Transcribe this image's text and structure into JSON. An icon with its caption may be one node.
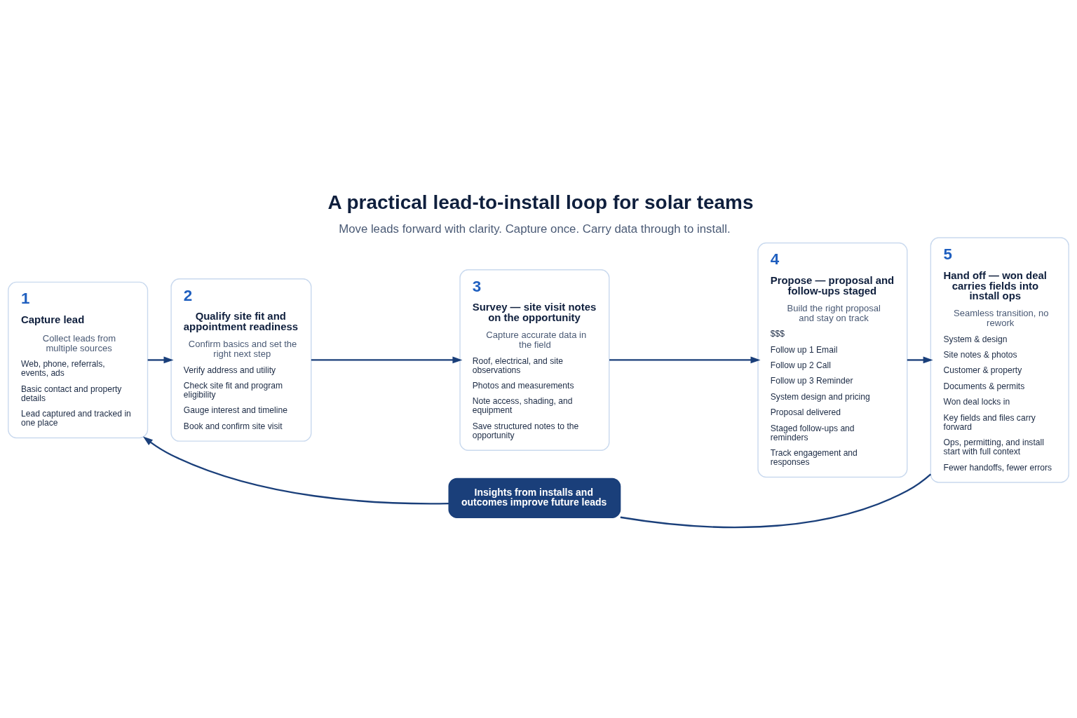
{
  "diagram": {
    "title": "A practical lead-to-install loop for solar teams",
    "nodes": [
      {
        "text": [
          "1",
          "Capture lead",
          "Collect leads from multiple sources",
          "Web, phone, referrals, events, ads",
          "Basic contact and property details",
          "Lead captured and tracked in one place"
        ]
      },
      {
        "text": [
          "2",
          "Qualify site fit and appointment readiness",
          "Confirm basics and set the right next step",
          "Verify address and utility",
          "Check site fit and program eligibility",
          "Gauge interest and timeline",
          "Book and confirm site visit"
        ]
      },
      {
        "text": [
          "3",
          "Survey — site visit notes on the opportunity",
          "Capture accurate data in the field",
          "Roof, electrical, and site observations",
          "Photos and measurements",
          "Note access, shading, and equipment",
          "Save structured notes to the opportunity"
        ]
      },
      {
        "text": [
          "4",
          "Propose — proposal and follow-ups staged",
          "Build the right proposal and stay on track",
          "$$$",
          "Follow up 1 Email",
          "Follow up 2 Call",
          "Follow up 3 Reminder",
          "System design and pricing",
          "Proposal delivered",
          "Staged follow-ups and reminders",
          "Track engagement and responses"
        ]
      },
      {
        "text": [
          "5",
          "Hand off — won deal carries fields into install ops",
          "Seamless transition, no rework",
          "System & design",
          "Site notes & photos",
          "Customer & property",
          "Documents & permits",
          "Won deal locks in",
          "Key fields and files carry forward",
          "Ops, permitting, and install start with full context",
          "Fewer handoffs, fewer errors"
        ]
      },
      {
        "text": [
          "Insights from installs and outcomes improve future leads"
        ]
      }
    ],
    "edges": [
      {
        "from": 0,
        "to": 1,
        "arrow": "to"
      },
      {
        "from": 1,
        "to": 2,
        "arrow": "to"
      },
      {
        "from": 2,
        "to": 3,
        "arrow": "to"
      },
      {
        "from": 3,
        "to": 4,
        "arrow": "to"
      },
      {
        "from": 4,
        "to": 5,
        "arrow": "none"
      },
      {
        "from": 5,
        "to": 0,
        "arrow": "to"
      }
    ],
    "labels": [
      "Move leads forward with clarity. Capture once. Carry data through to install."
    ]
  }
}
